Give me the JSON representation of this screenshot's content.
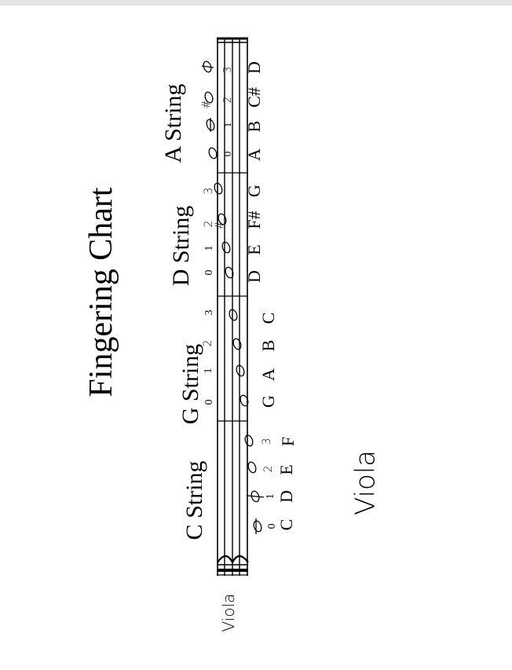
{
  "page": {
    "background": "#ffffff",
    "topbar_color": "#e4e4e4"
  },
  "header": {
    "instrument_handwritten": "Viola",
    "title": "Fingering Chart"
  },
  "staff": {
    "margin_label": "Viola",
    "clef": "alto-clef-icon"
  },
  "strings": [
    {
      "label": "C String",
      "fingers": [
        "0",
        "1",
        "2",
        "3"
      ],
      "notes": [
        "C",
        "D",
        "E",
        "F"
      ]
    },
    {
      "label": "G String",
      "fingers": [
        "0",
        "1",
        "2",
        "3"
      ],
      "notes": [
        "G",
        "A",
        "B",
        "C"
      ]
    },
    {
      "label": "D String",
      "fingers": [
        "0",
        "1",
        "2",
        "3"
      ],
      "notes": [
        "D",
        "E",
        "F#",
        "G"
      ]
    },
    {
      "label": "A String",
      "fingers": [
        "0",
        "1",
        "2",
        "3"
      ],
      "notes": [
        "A",
        "B",
        "C#",
        "D"
      ]
    }
  ],
  "accidentals": {
    "sharp": "#"
  }
}
